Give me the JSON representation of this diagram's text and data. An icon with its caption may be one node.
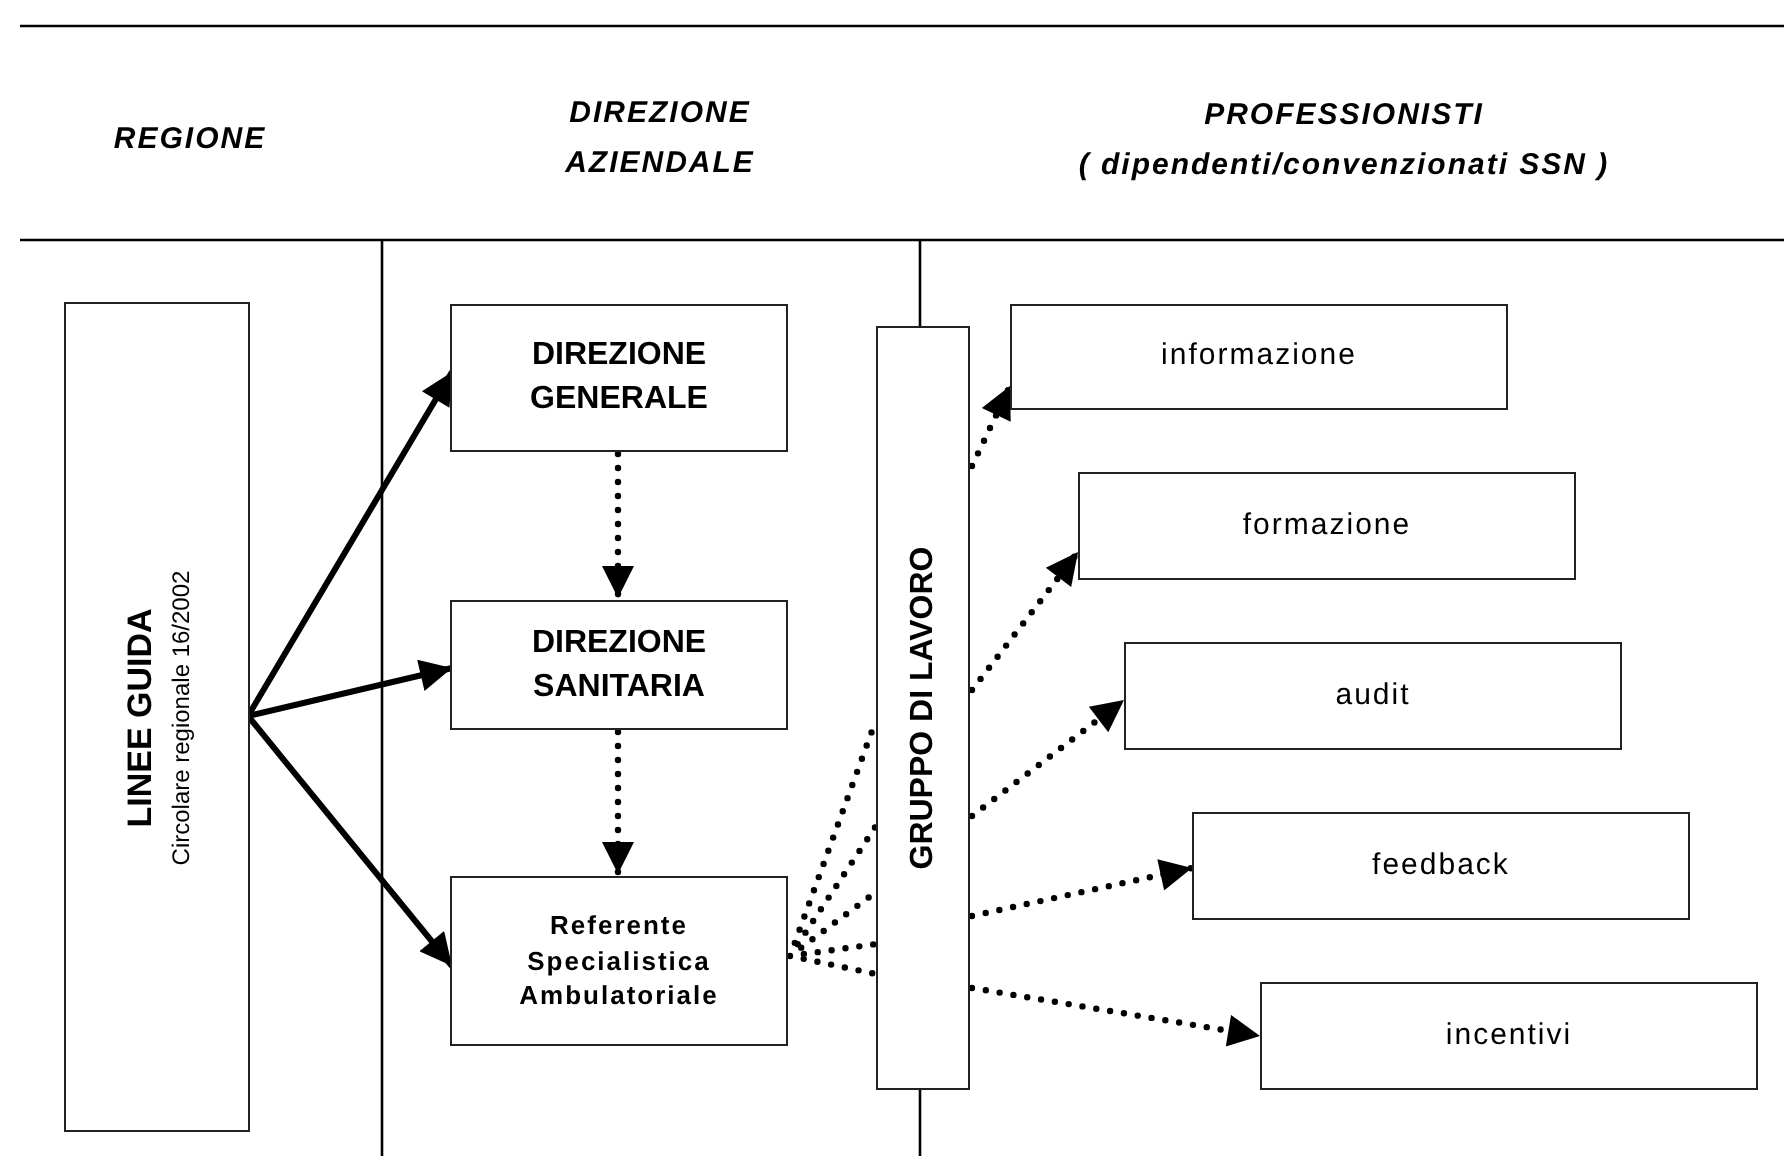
{
  "diagram": {
    "nodes": [
      {
        "text": [
          "LINEE GUIDA",
          "Circolare regionale 16/2002"
        ]
      },
      {
        "text": [
          "DIREZIONE GENERALE"
        ]
      },
      {
        "text": [
          "DIREZIONE SANITARIA"
        ]
      },
      {
        "text": [
          "Referente Specialistica Ambulatoriale"
        ]
      },
      {
        "text": [
          "GRUPPO DI LAVORO"
        ]
      },
      {
        "text": [
          "informazione"
        ]
      },
      {
        "text": [
          "formazione"
        ]
      },
      {
        "text": [
          "audit"
        ]
      },
      {
        "text": [
          "feedback"
        ]
      },
      {
        "text": [
          "incentivi"
        ]
      }
    ],
    "edges": [
      {
        "from": 0,
        "to": 1,
        "arrow": "to"
      },
      {
        "from": 0,
        "to": 2,
        "arrow": "to"
      },
      {
        "from": 0,
        "to": 3,
        "arrow": "to"
      },
      {
        "from": 1,
        "to": 2,
        "arrow": "to",
        "style": "dashed"
      },
      {
        "from": 2,
        "to": 3,
        "arrow": "to",
        "style": "dashed"
      },
      {
        "from": 3,
        "to": 4,
        "arrow": "none",
        "style": "dashed"
      },
      {
        "from": 4,
        "to": 5,
        "arrow": "to",
        "style": "dashed"
      },
      {
        "from": 4,
        "to": 6,
        "arrow": "to",
        "style": "dashed"
      },
      {
        "from": 4,
        "to": 7,
        "arrow": "to",
        "style": "dashed"
      },
      {
        "from": 4,
        "to": 8,
        "arrow": "to",
        "style": "dashed"
      },
      {
        "from": 4,
        "to": 9,
        "arrow": "to",
        "style": "dashed"
      }
    ],
    "labels": [
      "REGIONE",
      "DIREZIONE AZIENDALE",
      "PROFESSIONISTI",
      "( dipendenti/convenzionati SSN )"
    ]
  }
}
